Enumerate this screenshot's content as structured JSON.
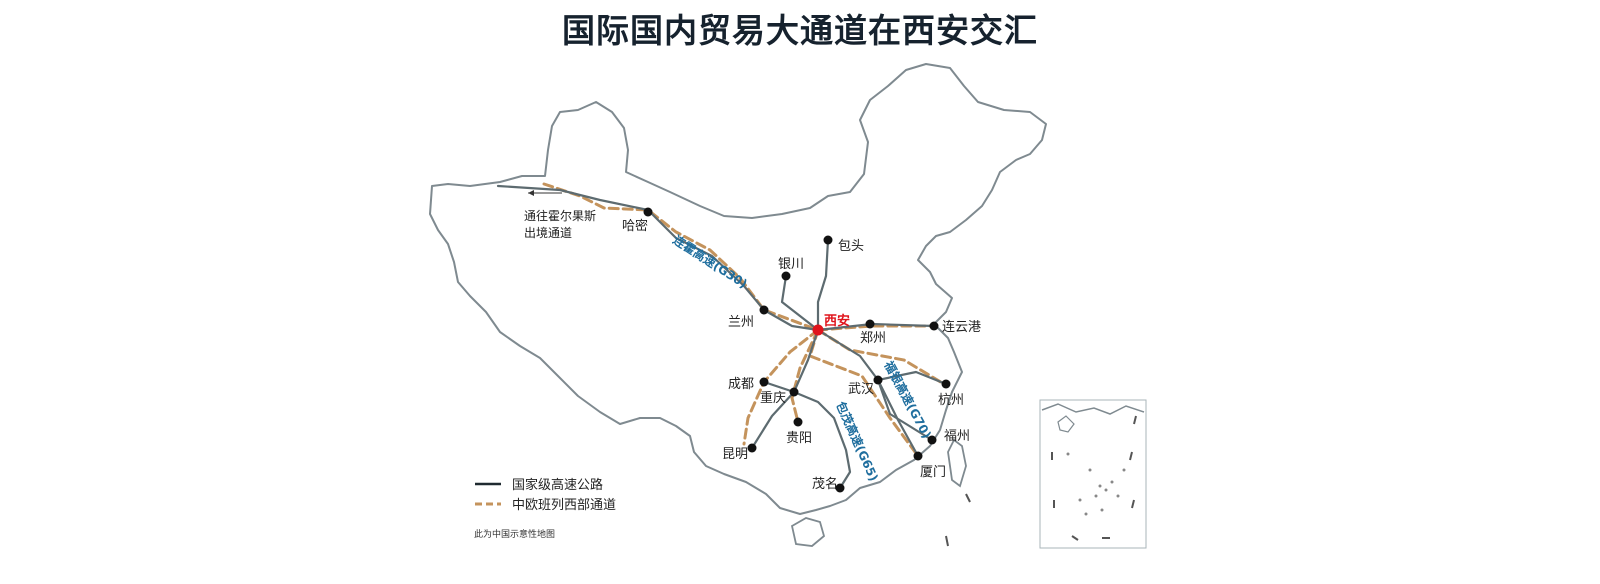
{
  "title": "国际国内贸易大通道在西安交汇",
  "cities": {
    "xian": "西安",
    "hami": "哈密",
    "lanzhou": "兰州",
    "yinchuan": "银川",
    "baotou": "包头",
    "zhengzhou": "郑州",
    "lianyungang": "连云港",
    "wuhan": "武汉",
    "hangzhou": "杭州",
    "fuzhou": "福州",
    "xiamen": "厦门",
    "chengdu": "成都",
    "chongqing": "重庆",
    "guiyang": "贵阳",
    "kunming": "昆明",
    "maoming": "茂名"
  },
  "routes": {
    "g30": "连霍高速(G30)",
    "g70": "福银高速(G70)",
    "g65": "包茂高速(G65)"
  },
  "annotation": {
    "line1": "通往霍尔果斯",
    "line2": "出境通道"
  },
  "legend": {
    "highway": "国家级高速公路",
    "rail": "中欧班列西部通道"
  },
  "disclaimer": "此为中国示意性地图",
  "colors": {
    "highway": "#5d6b70",
    "rail": "#c4935c",
    "xian": "#e0141c",
    "route_label": "#1f6e9e",
    "border": "#7f8a90"
  }
}
